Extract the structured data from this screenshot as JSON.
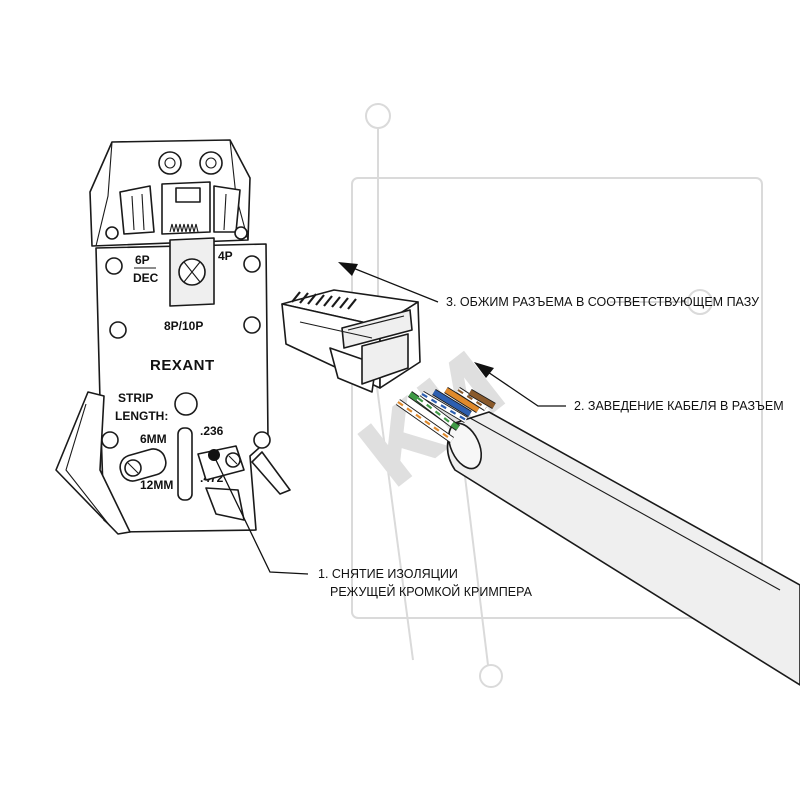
{
  "watermark": {
    "text": "КИ"
  },
  "tool": {
    "brand": "REXANT",
    "slot_6p": "6P",
    "slot_dec": "DEC",
    "slot_4p": "4P",
    "slot_8p10p": "8P/10P",
    "strip_label_1": "STRIP",
    "strip_label_2": "LENGTH:",
    "size_6mm": "6MM",
    "size_12mm": "12MM",
    "inch_236": ".236",
    "inch_472": ".472"
  },
  "callouts": {
    "step3": "3. ОБЖИМ РАЗЪЕМА В СООТВЕТСТВУЮЩЕМ ПАЗУ",
    "step2": "2. ЗАВЕДЕНИЕ КАБЕЛЯ В РАЗЪЕМ",
    "step1_line1": "1. СНЯТИЕ ИЗОЛЯЦИИ",
    "step1_line2": "РЕЖУЩЕЙ КРОМКОЙ КРИМПЕРА"
  },
  "colors": {
    "line": "#1a1a1a",
    "watermark": "#dcdcdc",
    "cable": "#efefef",
    "wire_orange": "#e08a2c",
    "wire_green": "#3f9a46",
    "wire_blue": "#2d5fb0",
    "wire_brown": "#8a5a2b",
    "wire_white": "#ffffff"
  }
}
